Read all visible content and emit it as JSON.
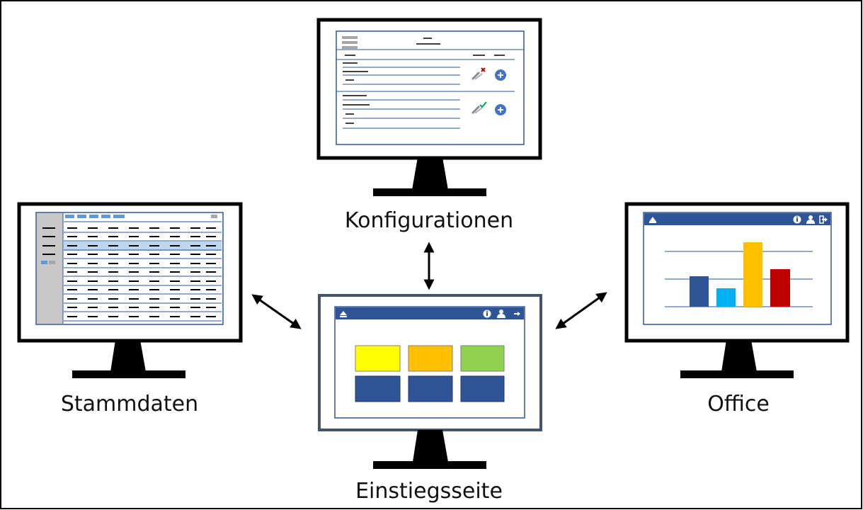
{
  "diagram": {
    "nodes": {
      "konfigurationen": {
        "label": "Konfigurationen"
      },
      "stammdaten": {
        "label": "Stammdaten"
      },
      "einstiegsseite": {
        "label": "Einstiegsseite"
      },
      "office": {
        "label": "Office"
      }
    },
    "edges": [
      {
        "from": "einstiegsseite",
        "to": "konfigurationen",
        "direction": "both"
      },
      {
        "from": "einstiegsseite",
        "to": "stammdaten",
        "direction": "both"
      },
      {
        "from": "einstiegsseite",
        "to": "office",
        "direction": "both"
      }
    ]
  },
  "colors": {
    "frame_blue": "#2f5597",
    "accent_blue": "#5b9bd5",
    "yellow": "#ffff00",
    "orange": "#ffc000",
    "green": "#92d050",
    "dark_blue": "#2f5597",
    "cyan": "#00b0f0",
    "red": "#c00000",
    "gray": "#c8c8c8"
  },
  "icons": {
    "home": "home-icon",
    "info": "info-icon",
    "user": "user-icon",
    "logout": "logout-icon",
    "add": "plus-circle-icon",
    "pin_remove": "pin-remove-icon",
    "pin_ok": "pin-check-icon"
  }
}
